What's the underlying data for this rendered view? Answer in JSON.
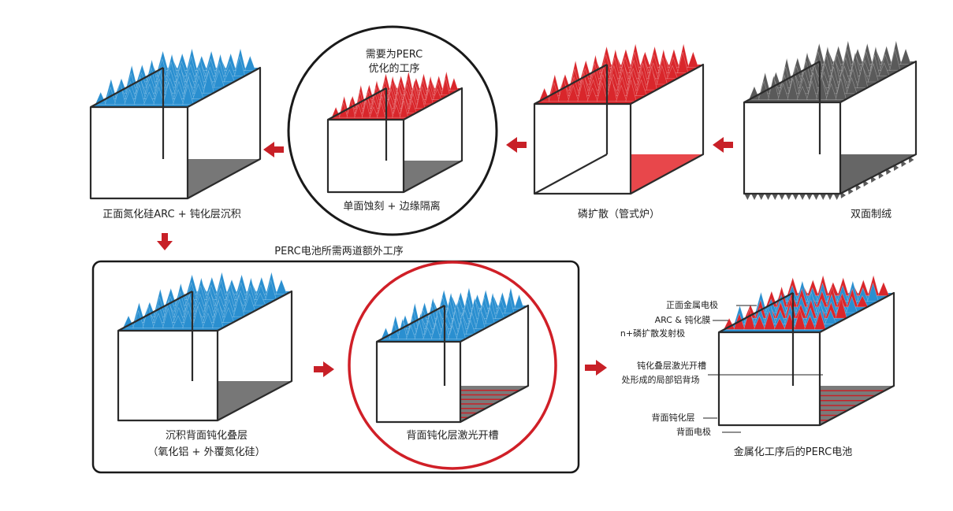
{
  "labels": {
    "step1": "双面制绒",
    "step2": "磷扩散（管式炉）",
    "step3_title": "需要为PERC\n优化的工序",
    "step3": "单面蚀刻 + 边缘隔离",
    "step4": "正面氮化硅ARC + 钝化层沉积",
    "box_title": "PERC电池所需两道额外工序",
    "step5_line1": "沉积背面钝化叠层",
    "step5_line2": "（氧化铝 + 外覆氮化硅）",
    "step6": "背面钝化层激光开槽",
    "final_title": "金属化工序后的PERC电池",
    "ann_front_electrode": "正面金属电极",
    "ann_arc": "ARC & 钝化膜",
    "ann_emitter": "n+磷扩散发射极",
    "ann_laser_line1": "钝化叠层激光开槽",
    "ann_laser_line2": "处形成的局部铝背场",
    "ann_rear_passivation": "背面钝化层",
    "ann_rear_electrode": "背面电极"
  },
  "colors": {
    "texture_gray": "#5a5a5a",
    "texture_red": "#d9262b",
    "texture_blue": "#2a8fd0",
    "bottom_gray": "#777777",
    "bottom_red": "#e8474b",
    "laser_lines": "#c82027",
    "arrow": "#c82027",
    "circle_black": "#1a1a1a",
    "circle_red": "#d01f27"
  },
  "icons": [
    "right-arrow-icon"
  ]
}
